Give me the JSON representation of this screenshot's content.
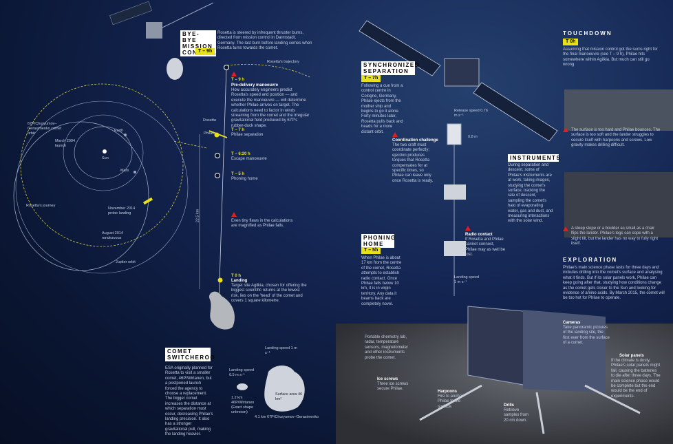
{
  "colors": {
    "accent": "#e8e01a",
    "warning": "#e02020",
    "background": "#0a1530"
  },
  "byebye": {
    "title": "BYE-BYE MISSION CONTROL",
    "time": "T – 9h",
    "text": "Rosetta is steered by infrequent thruster burns, directed from mission control in Darmstadt, Germany. The last burn before landing comes when Rosetta turns towards the comet."
  },
  "orbit": {
    "comet_orbit": "67P/Churyumov–Gerasimenko comet orbit",
    "earth": "Earth",
    "march_2004": "March 2004 launch",
    "sun": "Sun",
    "mars": "Mars",
    "journey": "Rosetta's journey",
    "nov_2014": "November 2014 probe landing",
    "aug_2014": "August 2014 rendezvous",
    "jupiter": "Jupiter orbit"
  },
  "timeline": {
    "trajectory": "Rosetta's trajectory",
    "t9_time": "T – 9 h",
    "t9_title": "Pre-delivery manoeuvre",
    "t9_text": "How accurately engineers predict Rosetta's speed and position — and execute the manoeuvre — will determine whether Philae arrives on target. The calculations need to factor in winds streaming from the comet and the irregular gravitational field produced by 67P's rubber-duck shape.",
    "rosetta": "Rosetta",
    "philae": "Philae",
    "t7_time": "T – 7 h",
    "t7_text": "Philae separation",
    "t620_time": "T – 6:20 h",
    "t620_text": "Escape manoeuvre",
    "t5_time": "T – 5 h",
    "t5_text": "Phoning home",
    "flaws": "Even tiny flaws in the calculations are magnified as Philae falls.",
    "distance": "22.5 km",
    "t0_time": "T 0 h",
    "t0_title": "Landing",
    "t0_text": "Target site Agilkia, chosen for offering the biggest scientific returns at the lowest risk, lies on the 'head' of the comet and covers 1 square kilometre."
  },
  "switcheroo": {
    "title": "COMET SWITCHEROO",
    "text": "ESA originally planned for Rosetta to visit a smaller comet, 46P/Wirtanen, but a postponed launch forced the agency to choose a replacement. The bigger comet increases the distance at which separation must occur, decreasing Philae's landing precision. It also has a stronger gravitational pull, making the landing heavier.",
    "ls_small": "Landing speed 0.5 m s⁻¹",
    "ls_big": "Landing speed 1 m s⁻¹",
    "small_size": "1.2 km 46P/Wirtanen (Exact shape unknown)",
    "area": "Surface area 46 km²",
    "big_size": "4.1 km 67P/Churyumov–Gerasimenko"
  },
  "sync": {
    "title": "SYNCHRONIZED SEPARATION",
    "time": "T – 7h",
    "text": "Following a cue from a control centre in Cologne, Germany, Philae ejects from the mother ship and begins to go it alone. Forty minutes later, Rosetta pulls back and heads for a more distant orbit.",
    "release": "Release speed 0.76 m s⁻¹",
    "dist": "0.8 m",
    "coord_title": "Coordination challenge",
    "coord_text": "The two craft must coordinate perfectly; ejection produces torques that Rosetta compensates for at specific times, so Philae can leave only once Rosetta is ready."
  },
  "phoning": {
    "title": "PHONING HOME",
    "time": "T – 5h",
    "text": "When Philae is about 17 km from the centre of the comet, Rosetta attempts to establish radio contact. Once Philae falls below 10 km, it is in virgin territory. Any data it beams back are completely novel.",
    "radio_title": "Radio contact",
    "radio_text": "If Rosetta and Philae cannot connect, Philae may as well be lost.",
    "landing": "Landing speed 1 m s⁻¹"
  },
  "touchdown": {
    "title": "TOUCHDOWN",
    "time": "T 0h",
    "text": "Assuming that mission control got the sums right for the final manoeuvre (see T – 9 h), Philae hits somewhere within Agilkia. But much can still go wrong",
    "warn1": "The surface is too hard and Philae bounces. The surface is too soft and the lander struggles to secure itself with harpoons and screws. Low gravity makes drilling difficult."
  },
  "instruments": {
    "title": "INSTRUMENTS",
    "text": "During separation and descent, some of Philae's instruments are at work, taking images, studying the comet's surface, tracking the rate of descent, sampling the comet's halo of evaporating water, gas and dust, and measuring interactions with the solar wind.",
    "warn2": "A steep slope or a boulder as small as a chair flips the lander. Philae's legs can cope with a slight tilt, but the lander has no way to fully right itself."
  },
  "exploration": {
    "title": "EXPLORATION",
    "text": "Philae's main science phase lasts for three days and includes drilling into the comet's surface and analysing what it finds. But if its solar panels work, Philae can keep going after that, studying how conditions change as the comet gets closer to the Sun and looking for evidence of amino acids. By March 2015, the comet will be too hot for Philae to operate."
  },
  "lander": {
    "chem": "Portable chemistry lab, radar, temperature sensors, magnetometer and other instruments probe the comet.",
    "ice_title": "Ice screws",
    "ice_text": "Three ice screws secure Philae.",
    "harp_title": "Harpoons",
    "harp_text": "Fire to anchor Philae to the surface.",
    "drill_title": "Drills",
    "drill_text": "Retrieve samples from 20 cm down.",
    "cam_title": "Cameras",
    "cam_text": "Take panoramic pictures of the landing site, the first ever from the surface of a comet.",
    "solar_title": "Solar panels",
    "solar_text": "If the climate is dusty, Philae's solar panels might fail, causing the batteries to die after three days. The main science phase would be complete but the end would be the end of experiments."
  }
}
